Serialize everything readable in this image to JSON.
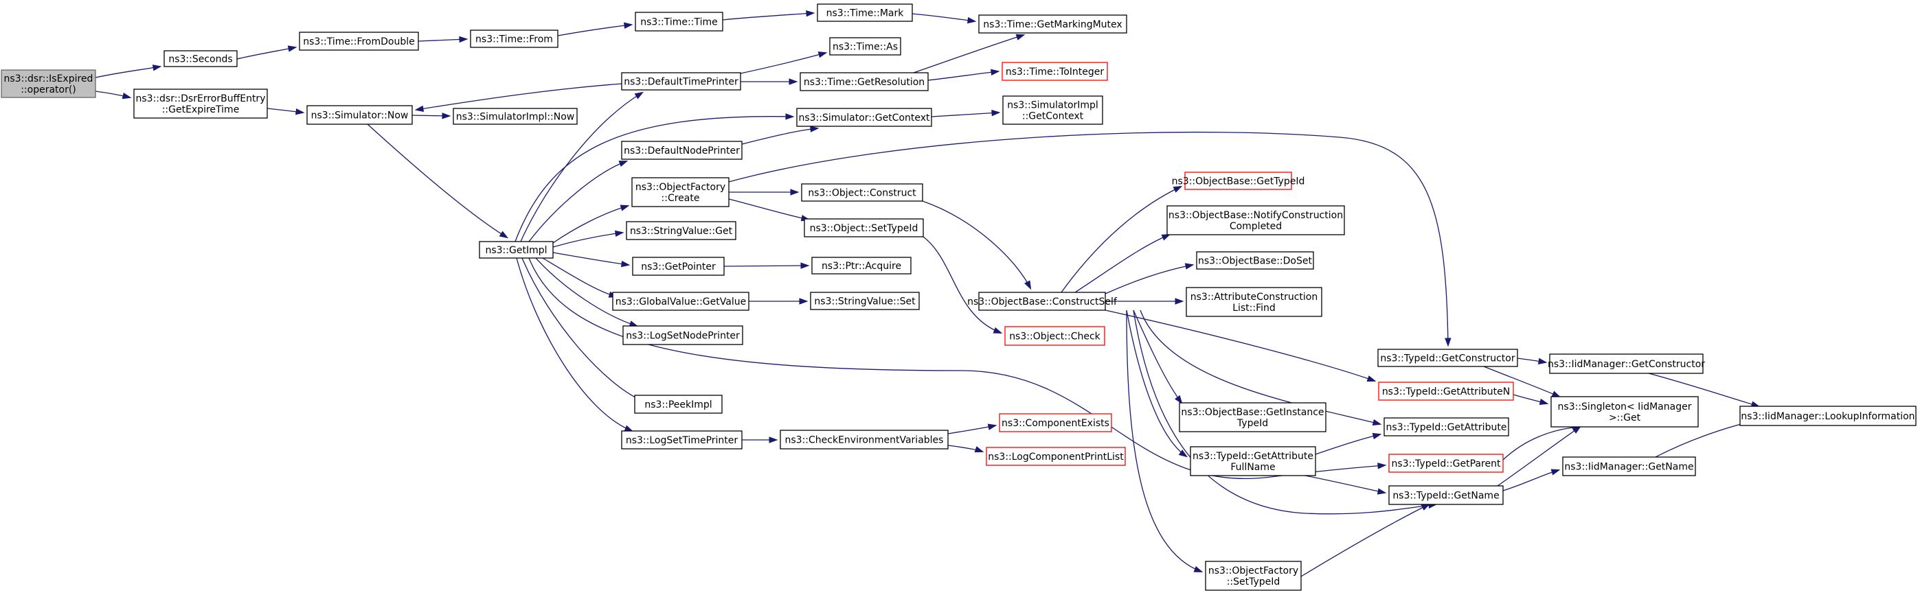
{
  "graph": {
    "type": "call-graph",
    "edge_color": "#191970",
    "node_border_color": "#000000",
    "missing_node_border_color": "#ff0000",
    "root_fill_color": "#bfbfbf",
    "nodes": [
      {
        "id": "root",
        "lines": [
          "ns3::dsr::IsExpired",
          "::operator()"
        ],
        "style": "root"
      },
      {
        "id": "seconds",
        "lines": [
          "ns3::Seconds"
        ]
      },
      {
        "id": "fromdouble",
        "lines": [
          "ns3::Time::FromDouble"
        ]
      },
      {
        "id": "from",
        "lines": [
          "ns3::Time::From"
        ]
      },
      {
        "id": "time",
        "lines": [
          "ns3::Time::Time"
        ]
      },
      {
        "id": "mark",
        "lines": [
          "ns3::Time::Mark"
        ]
      },
      {
        "id": "mutex",
        "lines": [
          "ns3::Time::GetMarkingMutex"
        ]
      },
      {
        "id": "as",
        "lines": [
          "ns3::Time::As"
        ]
      },
      {
        "id": "deftime",
        "lines": [
          "ns3::DefaultTimePrinter"
        ]
      },
      {
        "id": "getres",
        "lines": [
          "ns3::Time::GetResolution"
        ]
      },
      {
        "id": "tointeger",
        "lines": [
          "ns3::Time::ToInteger"
        ],
        "style": "red"
      },
      {
        "id": "expire",
        "lines": [
          "ns3::dsr::DsrErrorBuffEntry",
          "::GetExpireTime"
        ]
      },
      {
        "id": "now",
        "lines": [
          "ns3::Simulator::Now"
        ]
      },
      {
        "id": "implnow",
        "lines": [
          "ns3::SimulatorImpl::Now"
        ]
      },
      {
        "id": "getctx",
        "lines": [
          "ns3::Simulator::GetContext"
        ]
      },
      {
        "id": "implctx",
        "lines": [
          "ns3::SimulatorImpl",
          "::GetContext"
        ]
      },
      {
        "id": "defnode",
        "lines": [
          "ns3::DefaultNodePrinter"
        ]
      },
      {
        "id": "ofcreate",
        "lines": [
          "ns3::ObjectFactory",
          "::Create"
        ]
      },
      {
        "id": "construct",
        "lines": [
          "ns3::Object::Construct"
        ]
      },
      {
        "id": "settypeid",
        "lines": [
          "ns3::Object::SetTypeId"
        ]
      },
      {
        "id": "strget",
        "lines": [
          "ns3::StringValue::Get"
        ]
      },
      {
        "id": "getimpl",
        "lines": [
          "ns3::GetImpl"
        ]
      },
      {
        "id": "getpointer",
        "lines": [
          "ns3::GetPointer"
        ]
      },
      {
        "id": "acquire",
        "lines": [
          "ns3::Ptr::Acquire"
        ]
      },
      {
        "id": "gvget",
        "lines": [
          "ns3::GlobalValue::GetValue"
        ]
      },
      {
        "id": "strset",
        "lines": [
          "ns3::StringValue::Set"
        ]
      },
      {
        "id": "lognode",
        "lines": [
          "ns3::LogSetNodePrinter"
        ]
      },
      {
        "id": "peek",
        "lines": [
          "ns3::PeekImpl"
        ]
      },
      {
        "id": "logtime",
        "lines": [
          "ns3::LogSetTimePrinter"
        ]
      },
      {
        "id": "checkenv",
        "lines": [
          "ns3::CheckEnvironmentVariables"
        ]
      },
      {
        "id": "compexists",
        "lines": [
          "ns3::ComponentExists"
        ],
        "style": "red"
      },
      {
        "id": "logprint",
        "lines": [
          "ns3::LogComponentPrintList"
        ],
        "style": "red"
      },
      {
        "id": "obgettid",
        "lines": [
          "ns3::ObjectBase::GetTypeId"
        ],
        "style": "red"
      },
      {
        "id": "notify",
        "lines": [
          "ns3::ObjectBase::NotifyConstruction",
          "Completed"
        ]
      },
      {
        "id": "doset",
        "lines": [
          "ns3::ObjectBase::DoSet"
        ]
      },
      {
        "id": "constructself",
        "lines": [
          "ns3::ObjectBase::ConstructSelf"
        ]
      },
      {
        "id": "acfind",
        "lines": [
          "ns3::AttributeConstruction",
          "List::Find"
        ]
      },
      {
        "id": "check",
        "lines": [
          "ns3::Object::Check"
        ],
        "style": "red"
      },
      {
        "id": "getinst",
        "lines": [
          "ns3::ObjectBase::GetInstance",
          "TypeId"
        ]
      },
      {
        "id": "attrfull",
        "lines": [
          "ns3::TypeId::GetAttribute",
          "FullName"
        ]
      },
      {
        "id": "oftid",
        "lines": [
          "ns3::ObjectFactory",
          "::SetTypeId"
        ]
      },
      {
        "id": "getctor",
        "lines": [
          "ns3::TypeId::GetConstructor"
        ]
      },
      {
        "id": "getattrn",
        "lines": [
          "ns3::TypeId::GetAttributeN"
        ],
        "style": "red"
      },
      {
        "id": "getattr",
        "lines": [
          "ns3::TypeId::GetAttribute"
        ]
      },
      {
        "id": "getparent",
        "lines": [
          "ns3::TypeId::GetParent"
        ],
        "style": "red"
      },
      {
        "id": "getname",
        "lines": [
          "ns3::TypeId::GetName"
        ]
      },
      {
        "id": "iidctor",
        "lines": [
          "ns3::IidManager::GetConstructor"
        ]
      },
      {
        "id": "singleton",
        "lines": [
          "ns3::Singleton< IidManager",
          " >::Get"
        ]
      },
      {
        "id": "iidname",
        "lines": [
          "ns3::IidManager::GetName"
        ]
      },
      {
        "id": "lookup",
        "lines": [
          "ns3::IidManager::LookupInformation"
        ]
      }
    ]
  }
}
